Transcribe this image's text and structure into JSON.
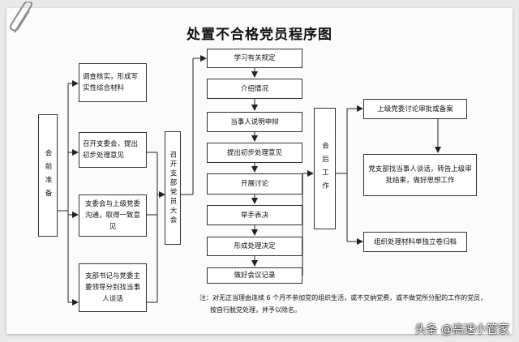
{
  "title": "处置不合格党员程序图",
  "left_column": {
    "header": "会前准备",
    "boxes": [
      "调查核实，形成写实性综合材料",
      "召开支委会，提出初步处理意见",
      "支委会与上级党委沟通，取得一致意见",
      "支部书记与党委主要领导分别找当事人谈话"
    ]
  },
  "meeting": "召开支部党员大会",
  "steps": [
    "学习有关规定",
    "介绍情况",
    "当事人说明申辩",
    "提出初步处理意见",
    "开展讨论",
    "举手表决",
    "形成处理决定",
    "做好会议记录"
  ],
  "after_meeting": "会后工作",
  "right_boxes": [
    "上级党委讨论审批或备案",
    "党支部找当事人谈话，转告上级审批结果，做好思想工作",
    "组织处理材料单独立卷归档"
  ],
  "note": {
    "line1": "注：对无正当理由连续 6 个月不参加党的组织生活，或不交纳党费，或不做党所分配的工作的党员，",
    "line2": "按自行脱党处理，并予以除名。"
  },
  "watermark": "头条 @高速小管家"
}
